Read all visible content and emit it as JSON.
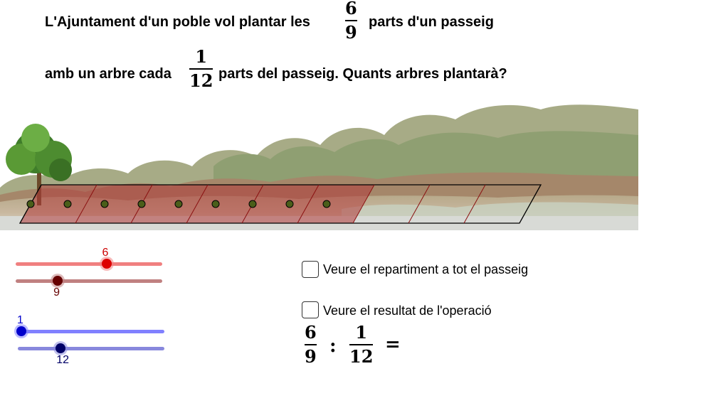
{
  "question": {
    "line1_text": "L'Ajuntament d'un poble vol plantar les",
    "line1_frac": {
      "num": "6",
      "den": "9"
    },
    "line1_tail": "parts d'un passeig",
    "line2_text": "amb un arbre cada",
    "line2_frac": {
      "num": "1",
      "den": "12"
    },
    "line2_tail": "parts del passeig. Quants arbres plantarà?"
  },
  "walkway": {
    "total_parts": 9,
    "taken_parts": 6,
    "trees": 9,
    "colors": {
      "taken": "#b03a3a",
      "border": "#000000",
      "dot": "#4a5e1a"
    }
  },
  "sliders": [
    {
      "name": "numerator-a",
      "label": "6",
      "value": 6,
      "min": 1,
      "max": 9,
      "color": "#f08080",
      "knob": "#dd0000",
      "label_color": "#cc0000"
    },
    {
      "name": "denominator-a",
      "label": "9",
      "value": 9,
      "min": 1,
      "max": 30,
      "color": "#c08080",
      "knob": "#660000",
      "label_color": "#660000"
    },
    {
      "name": "numerator-b",
      "label": "1",
      "value": 1,
      "min": 1,
      "max": 12,
      "color": "#8080ff",
      "knob": "#0000cc",
      "label_color": "#0000cc"
    },
    {
      "name": "denominator-b",
      "label": "12",
      "value": 12,
      "min": 1,
      "max": 40,
      "color": "#8888dd",
      "knob": "#000066",
      "label_color": "#000066"
    }
  ],
  "checkboxes": {
    "show_distribution": "Veure el repartiment a tot el passeig",
    "show_result": "Veure el resultat de l'operació"
  },
  "equation": {
    "a": {
      "num": "6",
      "den": "9"
    },
    "op": ":",
    "b": {
      "num": "1",
      "den": "12"
    },
    "eq": "="
  }
}
